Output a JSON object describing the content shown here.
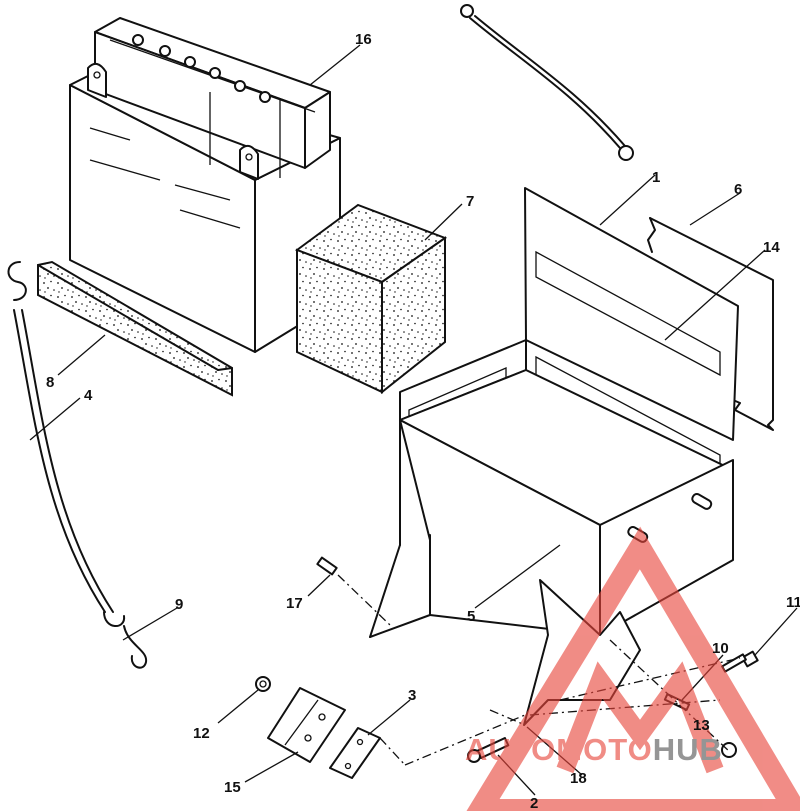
{
  "callouts": {
    "c1": "1",
    "c2": "2",
    "c3": "3",
    "c4": "4",
    "c5": "5",
    "c6": "6",
    "c7": "7",
    "c8": "8",
    "c9": "9",
    "c10": "10",
    "c11": "11",
    "c12": "12",
    "c13": "13",
    "c14": "14",
    "c15": "15",
    "c16": "16",
    "c17": "17",
    "c18": "18"
  },
  "watermark": {
    "text_red": "AUTOMOTO",
    "text_gray": "HUB",
    "color_red": "#e8463c",
    "color_gray": "#555555"
  }
}
